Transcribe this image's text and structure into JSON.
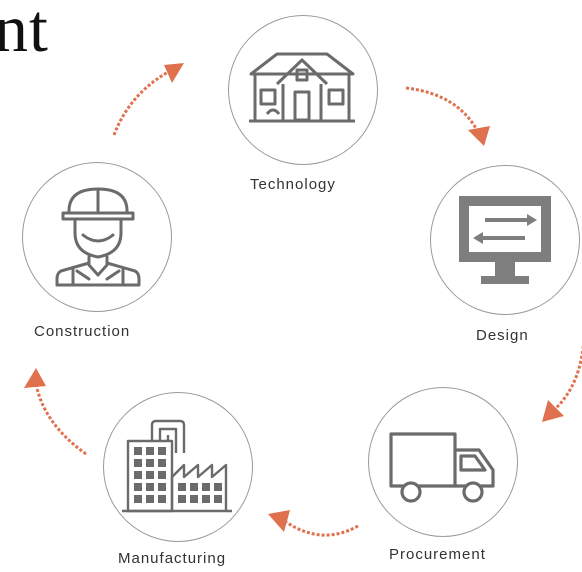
{
  "title_fragment": "nt",
  "diagram": {
    "type": "cycle",
    "accent_color": "#e0714e",
    "nodes": [
      {
        "id": "technology",
        "label": "Technology",
        "icon": "house-icon"
      },
      {
        "id": "design",
        "label": "Design",
        "icon": "monitor-icon"
      },
      {
        "id": "procurement",
        "label": "Procurement",
        "icon": "truck-icon"
      },
      {
        "id": "manufacturing",
        "label": "Manufacturing",
        "icon": "factory-icon"
      },
      {
        "id": "construction",
        "label": "Construction",
        "icon": "worker-icon"
      }
    ]
  }
}
